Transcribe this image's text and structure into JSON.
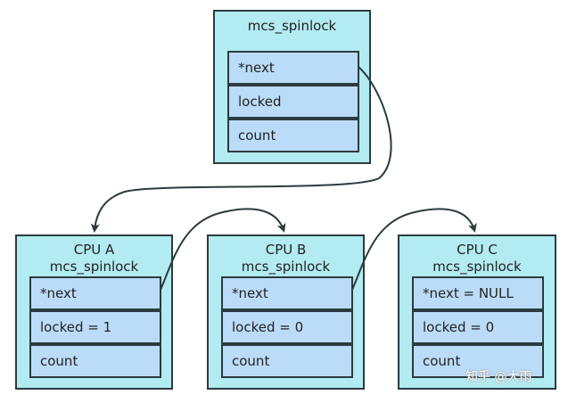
{
  "top_struct": {
    "title": "mcs_spinlock",
    "fields": [
      "*next",
      "locked",
      "count"
    ]
  },
  "nodes": [
    {
      "title_line1": "CPU A",
      "title_line2": "mcs_spinlock",
      "fields": [
        "*next",
        "locked = 1",
        "count"
      ]
    },
    {
      "title_line1": "CPU B",
      "title_line2": "mcs_spinlock",
      "fields": [
        "*next",
        "locked = 0",
        "count"
      ]
    },
    {
      "title_line1": "CPU C",
      "title_line2": "mcs_spinlock",
      "fields": [
        "*next = NULL",
        "locked = 0",
        "count"
      ]
    }
  ],
  "watermark": "知乎 @大雨",
  "colors": {
    "box_fill": "#b2ebf2",
    "field_fill": "#bbdcf8",
    "border": "#2b3b3f",
    "arrow": "#2b3b3f"
  }
}
